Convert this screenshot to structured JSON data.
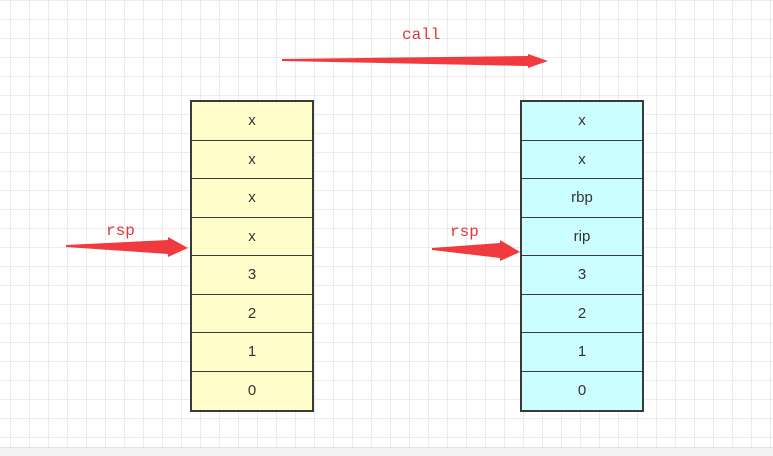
{
  "call_label": "call",
  "left_rsp_label": "rsp",
  "right_rsp_label": "rsp",
  "left_stack": [
    "x",
    "x",
    "x",
    "x",
    "3",
    "2",
    "1",
    "0"
  ],
  "right_stack": [
    "x",
    "x",
    "rbp",
    "rip",
    "3",
    "2",
    "1",
    "0"
  ],
  "colors": {
    "arrow": "#f03a3f",
    "left_fill": "#fffecb",
    "right_fill": "#cbffff",
    "border": "#3a3a3a"
  }
}
